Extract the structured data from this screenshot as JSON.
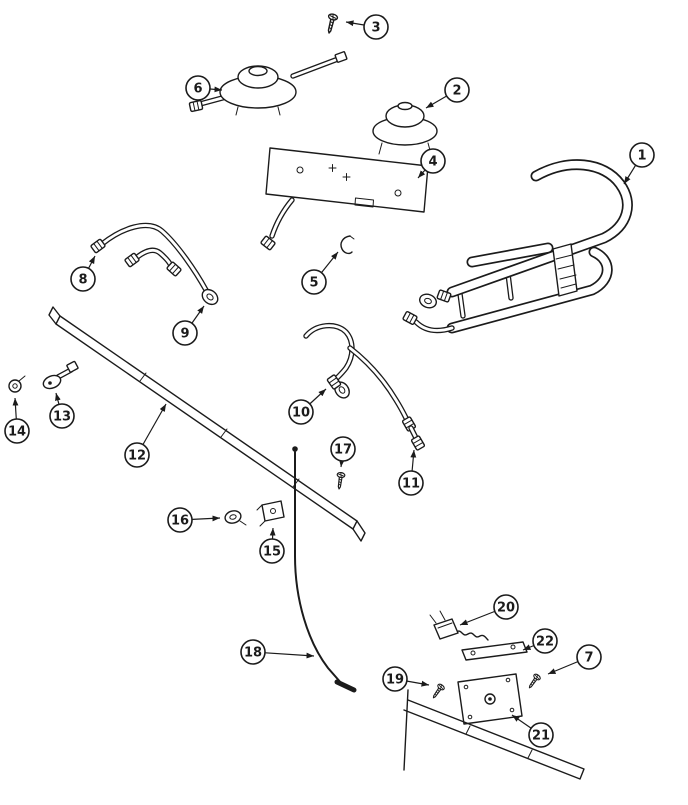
{
  "colors": {
    "background": "#ffffff",
    "line": "#1b1b1b"
  },
  "callouts": [
    {
      "label": "1"
    },
    {
      "label": "2"
    },
    {
      "label": "3"
    },
    {
      "label": "4"
    },
    {
      "label": "5"
    },
    {
      "label": "6"
    },
    {
      "label": "7"
    },
    {
      "label": "8"
    },
    {
      "label": "9"
    },
    {
      "label": "10"
    },
    {
      "label": "11"
    },
    {
      "label": "12"
    },
    {
      "label": "13"
    },
    {
      "label": "14"
    },
    {
      "label": "15"
    },
    {
      "label": "16"
    },
    {
      "label": "17"
    },
    {
      "label": "18"
    },
    {
      "label": "19"
    },
    {
      "label": "20"
    },
    {
      "label": "21"
    },
    {
      "label": "22"
    }
  ]
}
